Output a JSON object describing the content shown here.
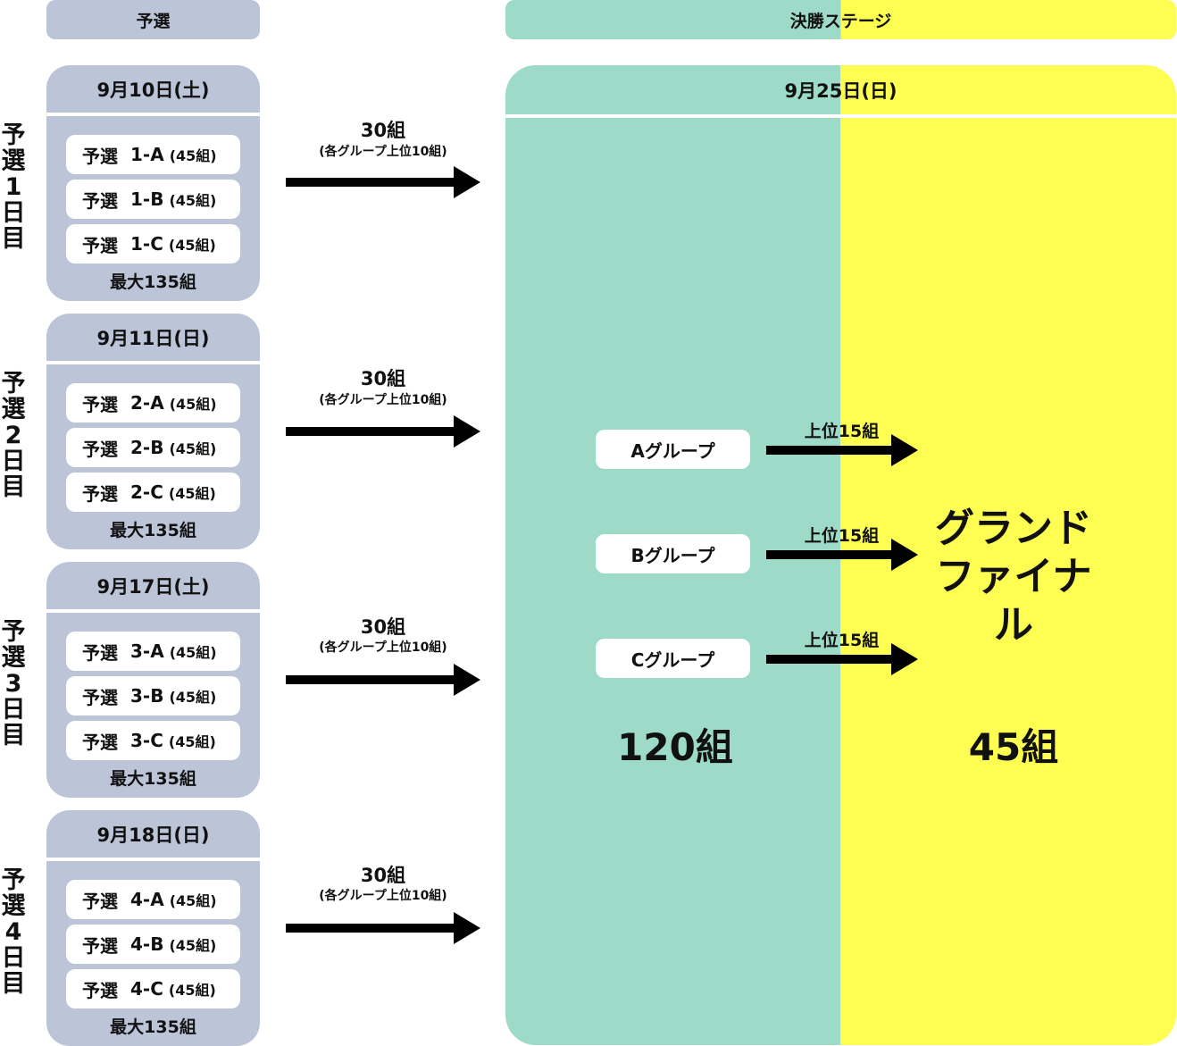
{
  "headers": {
    "prelim": "予選",
    "final": "決勝ステージ"
  },
  "days": [
    {
      "side_label": [
        "予",
        "選",
        "1",
        "日",
        "目"
      ],
      "date": "9月10日(土)",
      "groups": [
        {
          "name": "予選",
          "id": "1-A",
          "count": "(45組)"
        },
        {
          "name": "予選",
          "id": "1-B",
          "count": "(45組)"
        },
        {
          "name": "予選",
          "id": "1-C",
          "count": "(45組)"
        }
      ],
      "max": "最大135組",
      "advance": "30組",
      "advance_note": "(各グループ上位10組)"
    },
    {
      "side_label": [
        "予",
        "選",
        "2",
        "日",
        "目"
      ],
      "date": "9月11日(日)",
      "groups": [
        {
          "name": "予選",
          "id": "2-A",
          "count": "(45組)"
        },
        {
          "name": "予選",
          "id": "2-B",
          "count": "(45組)"
        },
        {
          "name": "予選",
          "id": "2-C",
          "count": "(45組)"
        }
      ],
      "max": "最大135組",
      "advance": "30組",
      "advance_note": "(各グループ上位10組)"
    },
    {
      "side_label": [
        "予",
        "選",
        "3",
        "日",
        "目"
      ],
      "date": "9月17日(土)",
      "groups": [
        {
          "name": "予選",
          "id": "3-A",
          "count": "(45組)"
        },
        {
          "name": "予選",
          "id": "3-B",
          "count": "(45組)"
        },
        {
          "name": "予選",
          "id": "3-C",
          "count": "(45組)"
        }
      ],
      "max": "最大135組",
      "advance": "30組",
      "advance_note": "(各グループ上位10組)"
    },
    {
      "side_label": [
        "予",
        "選",
        "4",
        "日",
        "目"
      ],
      "date": "9月18日(日)",
      "groups": [
        {
          "name": "予選",
          "id": "4-A",
          "count": "(45組)"
        },
        {
          "name": "予選",
          "id": "4-B",
          "count": "(45組)"
        },
        {
          "name": "予選",
          "id": "4-C",
          "count": "(45組)"
        }
      ],
      "max": "最大135組",
      "advance": "30組",
      "advance_note": "(各グループ上位10組)"
    }
  ],
  "final": {
    "date": "9月25日(日)",
    "groups": [
      {
        "label": "Aグループ",
        "advance": "上位15組"
      },
      {
        "label": "Bグループ",
        "advance": "上位15組"
      },
      {
        "label": "Cグループ",
        "advance": "上位15組"
      }
    ],
    "grand_final": [
      "グランド",
      "ファイナル"
    ],
    "semifinal_total": "120組",
    "grand_final_total": "45組"
  },
  "colors": {
    "prelim": "#bcc4d8",
    "final_left": "#9ddac8",
    "final_right": "#fefe52",
    "arrow": "#000000"
  }
}
